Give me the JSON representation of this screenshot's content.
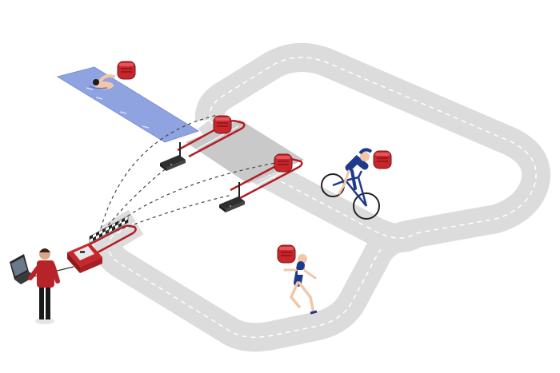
{
  "scene": {
    "kind": "triathlon-timing-illustration",
    "colors": {
      "track": "#dedede",
      "track_line": "#ffffff",
      "water": "#8fa3e0",
      "transition": "#c9c9c9",
      "loop_wire": "#b21f24",
      "transponder": "#c7262b",
      "device": "#3a3a3a",
      "signal": "#444444",
      "shirt": "#b8232a",
      "jersey": "#1f3a8a"
    },
    "icons": {
      "transponder": "chip-transponder-icon",
      "antenna": "antenna-device-icon",
      "decoder": "timing-decoder-icon",
      "laptop": "laptop-icon",
      "finish": "checkered-finish-icon"
    },
    "elements": [
      "swimmer",
      "cyclist",
      "runner",
      "timing-operator",
      "finish-line",
      "transition-loop-1",
      "transition-loop-2"
    ]
  }
}
